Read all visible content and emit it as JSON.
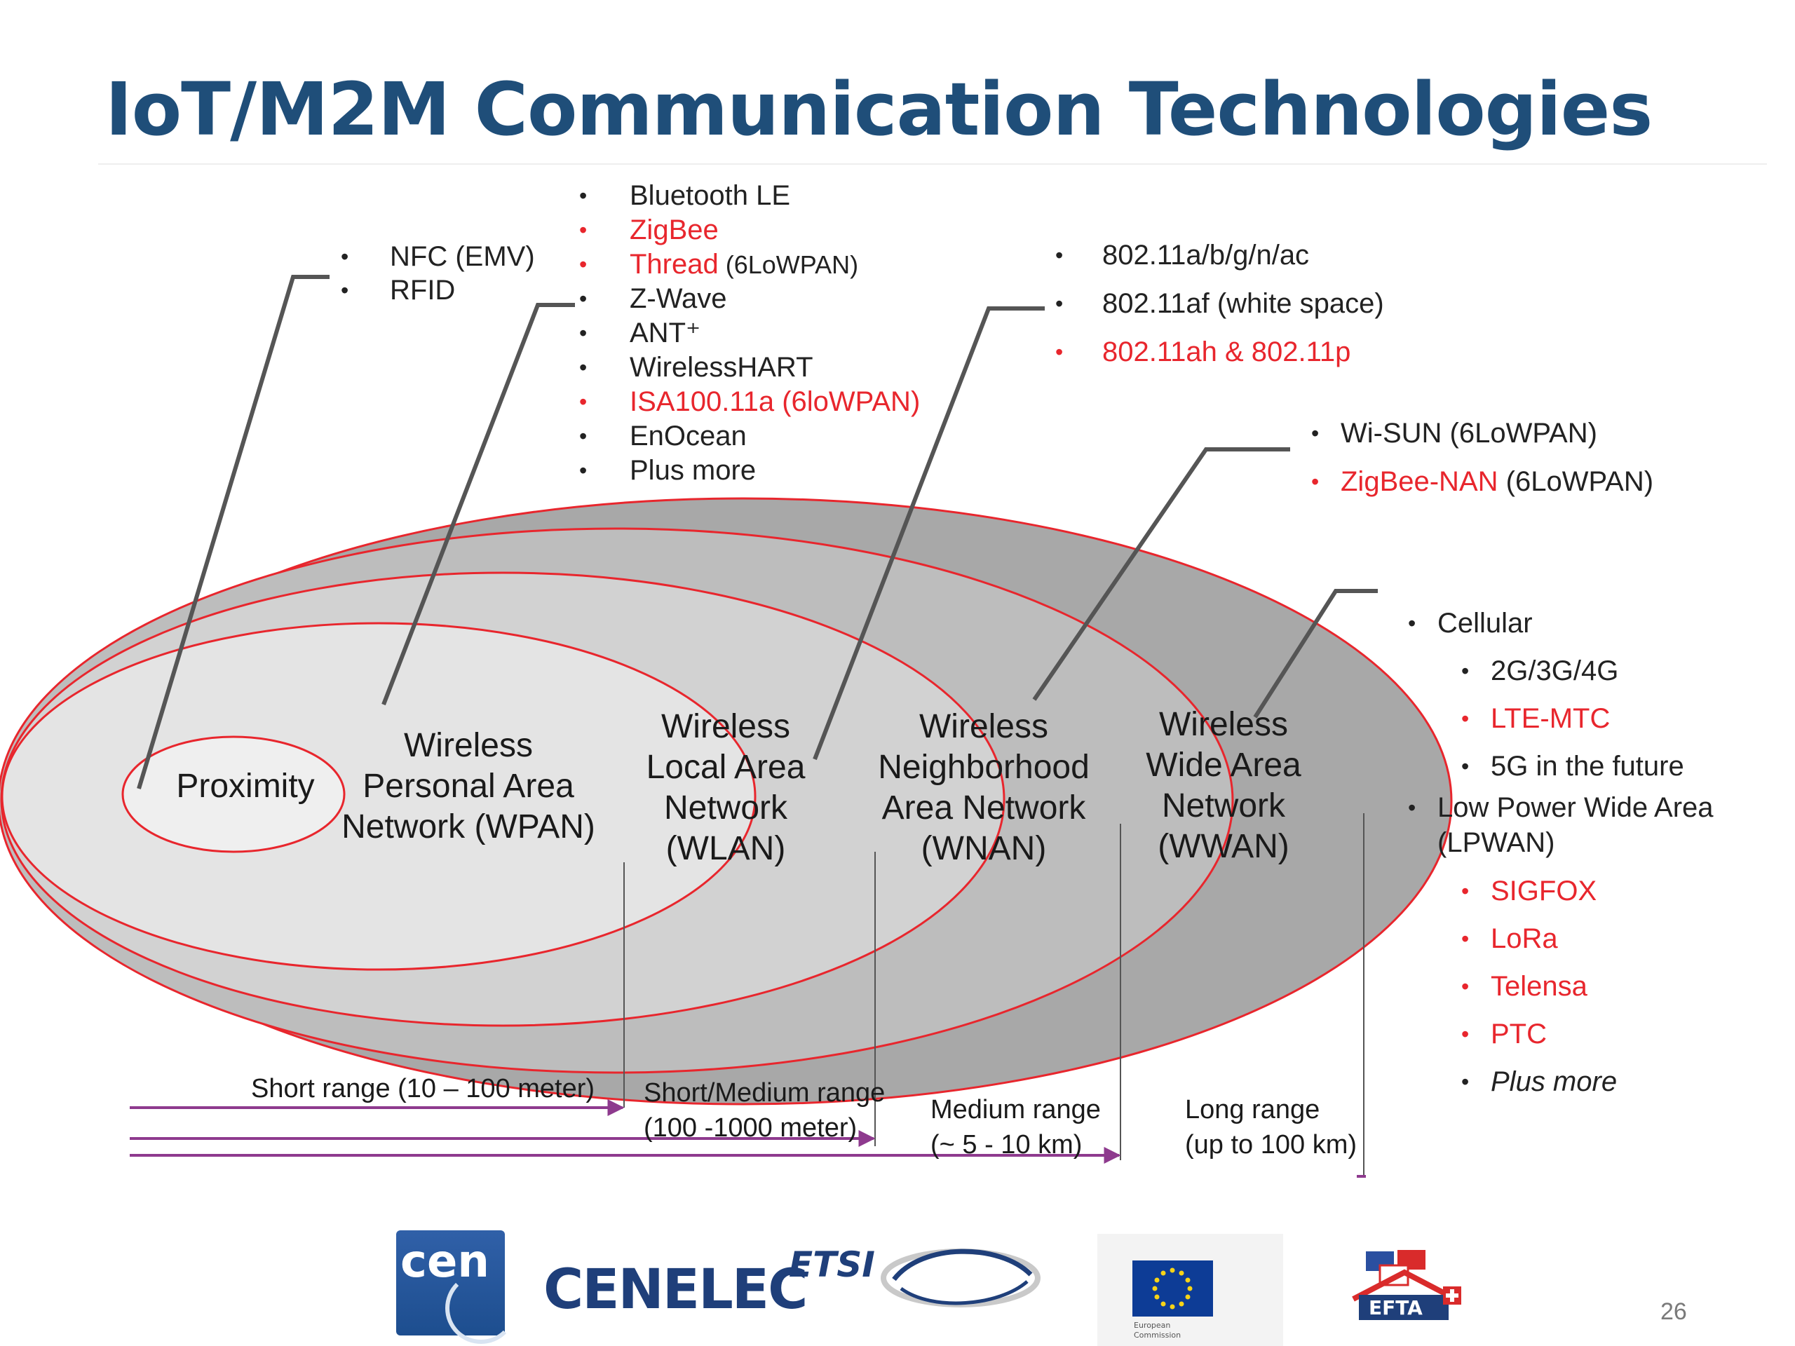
{
  "slide": {
    "title": "IoT/M2M Communication Technologies",
    "page_number": "26"
  },
  "networks": {
    "proximity": "Proximity",
    "wpan": "Wireless\nPersonal Area\nNetwork (WPAN)",
    "wlan": "Wireless\nLocal Area\nNetwork\n(WLAN)",
    "wnan": "Wireless\nNeighborhood\nArea Network\n(WNAN)",
    "wwan": "Wireless\nWide Area\nNetwork\n(WWAN)"
  },
  "lists": {
    "proximity": [
      "NFC (EMV)",
      "RFID"
    ],
    "wpan": {
      "bluetooth": "Bluetooth LE",
      "zigbee": "ZigBee",
      "thread": "Thread",
      "thread_suffix": " (6LoWPAN)",
      "zwave": "Z-Wave",
      "ant": "ANT⁺",
      "wirelesshart": "WirelessHART",
      "isa": "ISA100.11a (6loWPAN)",
      "enocean": "EnOcean",
      "more": "Plus more"
    },
    "wlan": {
      "std1": "802.11a/b/g/n/ac",
      "std2": "802.11af (white space)",
      "std3": "802.11ah & 802.11p"
    },
    "wnan": {
      "wisun": "Wi-SUN (6LoWPAN)",
      "zigbee_nan": "ZigBee-NAN",
      "zigbee_nan_suffix": " (6LoWPAN)"
    },
    "wwan": {
      "cellular": "Cellular",
      "g234": "2G/3G/4G",
      "lte": "LTE-MTC",
      "g5": "5G in the future",
      "lpwan": "Low Power Wide Area\n(LPWAN)",
      "sigfox": "SIGFOX",
      "lora": "LoRa",
      "telensa": "Telensa",
      "ptc": "PTC",
      "more": "Plus more"
    }
  },
  "ranges": {
    "short": "Short range (10 – 100 meter)",
    "short_medium": "Short/Medium range\n(100 -1000 meter)",
    "medium": "Medium range\n(~ 5 - 10 km)",
    "long": "Long range\n(up to 100 km)"
  },
  "logos": {
    "cen": "cen",
    "cenelec": "CENELEC",
    "etsi": "ETSI",
    "ec_caption": "European\nCommission",
    "efta": "EFTA"
  },
  "colors": {
    "title": "#1f4e79",
    "highlight_red": "#e8262d",
    "ellipse_outline": "#e8262d",
    "arrow": "#8e3a8e"
  }
}
